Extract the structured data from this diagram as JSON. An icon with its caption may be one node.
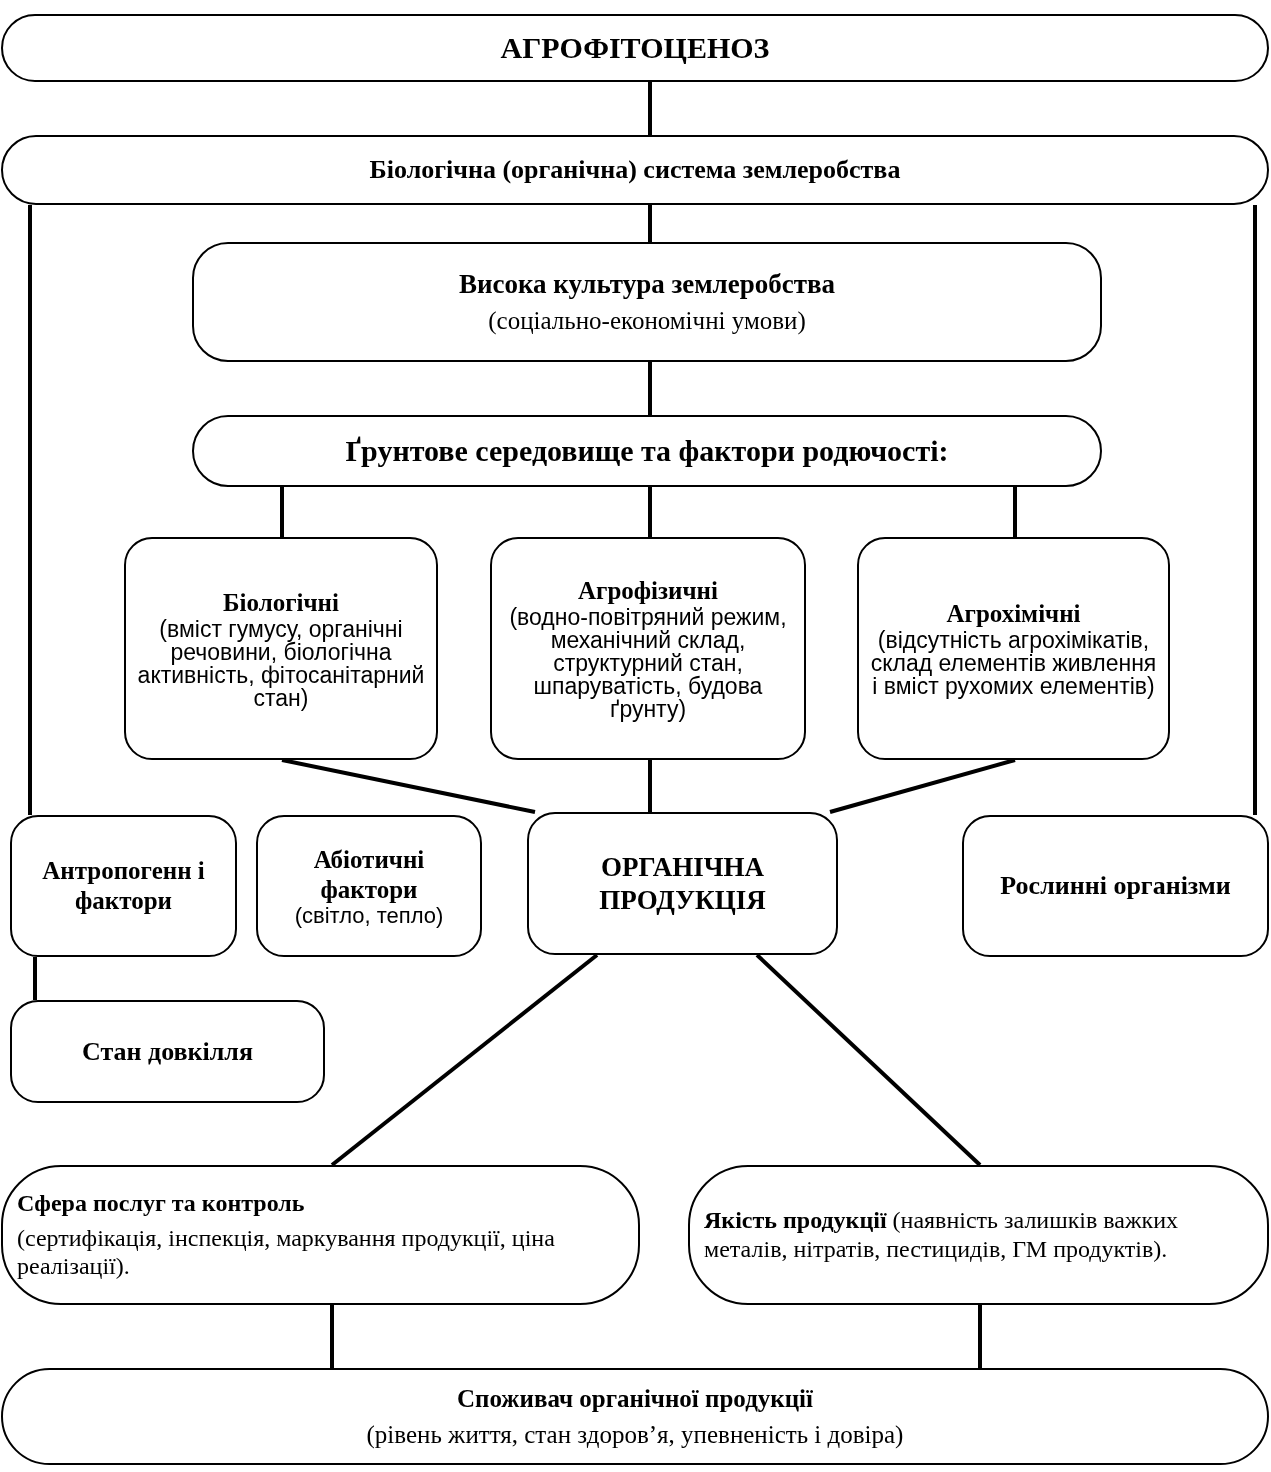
{
  "diagram": {
    "nodes": [
      {
        "text": [
          "АГРОФІТОЦЕНОЗ"
        ]
      },
      {
        "text": [
          "Біологічна (органічна) система землеробства"
        ]
      },
      {
        "text": [
          "Висока культура землеробства",
          "(соціально-економічні умови)"
        ]
      },
      {
        "text": [
          "Ґрунтове середовище та фактори родючості:"
        ]
      },
      {
        "text": [
          "Біологічні",
          "(вміст гумусу, органічні речовини, біологічна активність, фітосанітарний стан)"
        ]
      },
      {
        "text": [
          "Агрофізичні",
          "(водно-повітряний режим, механічний склад, структурний стан, шпаруватість, будова ґрунту)"
        ]
      },
      {
        "text": [
          "Агрохімічні",
          "(відсутність агрохімікатів, склад елементів живлення і вміст рухомих елементів)"
        ]
      },
      {
        "text": [
          "Антропогенн і фактори"
        ]
      },
      {
        "text": [
          "Абіотичні фактори",
          "(світло, тепло)"
        ]
      },
      {
        "text": [
          "ОРГАНІЧНА ПРОДУКЦІЯ"
        ]
      },
      {
        "text": [
          "Рослинні організми"
        ]
      },
      {
        "text": [
          "Стан довкілля"
        ]
      },
      {
        "text": [
          "Сфера послуг та контроль",
          "(сертифікація, інспекція, маркування продукції, ціна реалізації)."
        ]
      },
      {
        "text": [
          "**Якість продукції** (наявність залишків важких металів, нітратів, пестицидів, ГМ продуктів)."
        ]
      },
      {
        "text": [
          "Споживач органічної продукції",
          "(рівень життя, стан здоров’я, упевненість і довіра)"
        ]
      }
    ],
    "edges": [
      {
        "from": 0,
        "to": 1,
        "arrow": "none"
      },
      {
        "from": 1,
        "to": 2,
        "arrow": "none"
      },
      {
        "from": 1,
        "to": 7,
        "arrow": "none"
      },
      {
        "from": 1,
        "to": 10,
        "arrow": "none"
      },
      {
        "from": 2,
        "to": 3,
        "arrow": "none"
      },
      {
        "from": 3,
        "to": 4,
        "arrow": "none"
      },
      {
        "from": 3,
        "to": 5,
        "arrow": "none"
      },
      {
        "from": 3,
        "to": 6,
        "arrow": "none"
      },
      {
        "from": 4,
        "to": 9,
        "arrow": "none"
      },
      {
        "from": 5,
        "to": 9,
        "arrow": "none"
      },
      {
        "from": 6,
        "to": 9,
        "arrow": "none"
      },
      {
        "from": 7,
        "to": 11,
        "arrow": "none"
      },
      {
        "from": 9,
        "to": 12,
        "arrow": "none"
      },
      {
        "from": 9,
        "to": 13,
        "arrow": "none"
      },
      {
        "from": 12,
        "to": 14,
        "arrow": "none"
      },
      {
        "from": 13,
        "to": 14,
        "arrow": "none"
      }
    ]
  }
}
